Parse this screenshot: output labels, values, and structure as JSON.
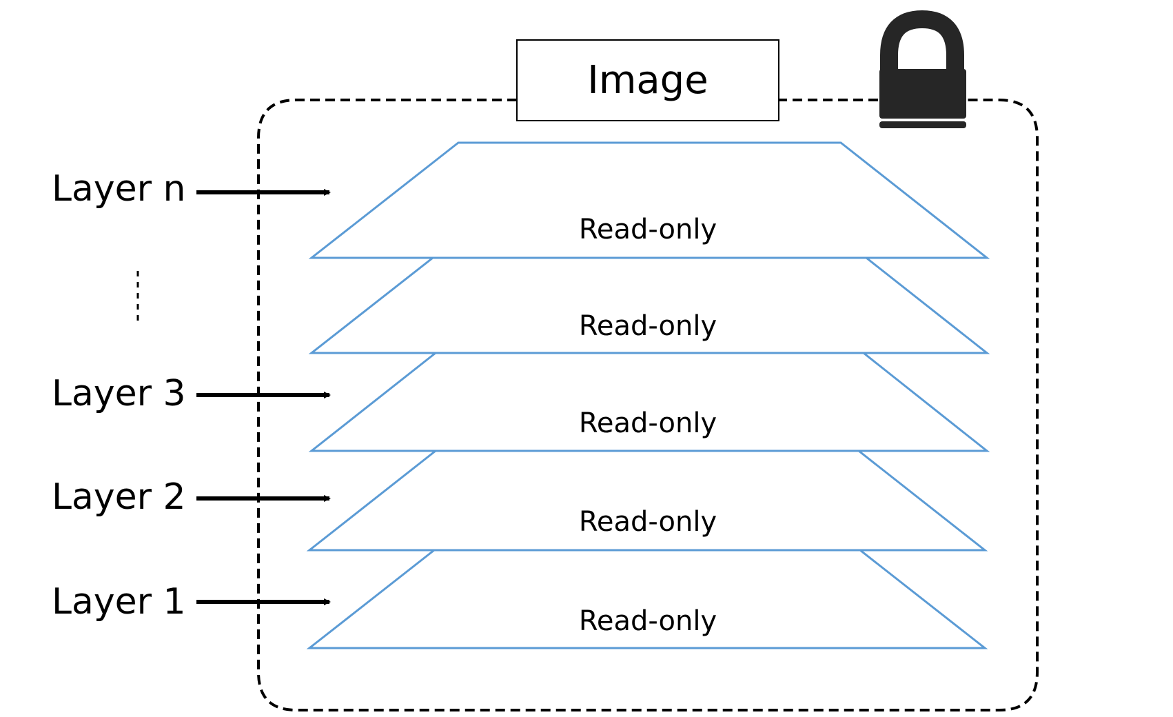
{
  "container": {
    "title": "Image",
    "lock_icon": "lock-icon"
  },
  "layers": [
    {
      "label": "Layer n",
      "layer_text": "Read-only"
    },
    {
      "label": "",
      "layer_text": "Read-only"
    },
    {
      "label": "Layer 3",
      "layer_text": "Read-only"
    },
    {
      "label": "Layer 2",
      "layer_text": "Read-only"
    },
    {
      "label": "Layer 1",
      "layer_text": "Read-only"
    }
  ],
  "colors": {
    "layer_stroke": "#5b9bd5",
    "outline": "#000000",
    "lock_body": "#262626"
  }
}
